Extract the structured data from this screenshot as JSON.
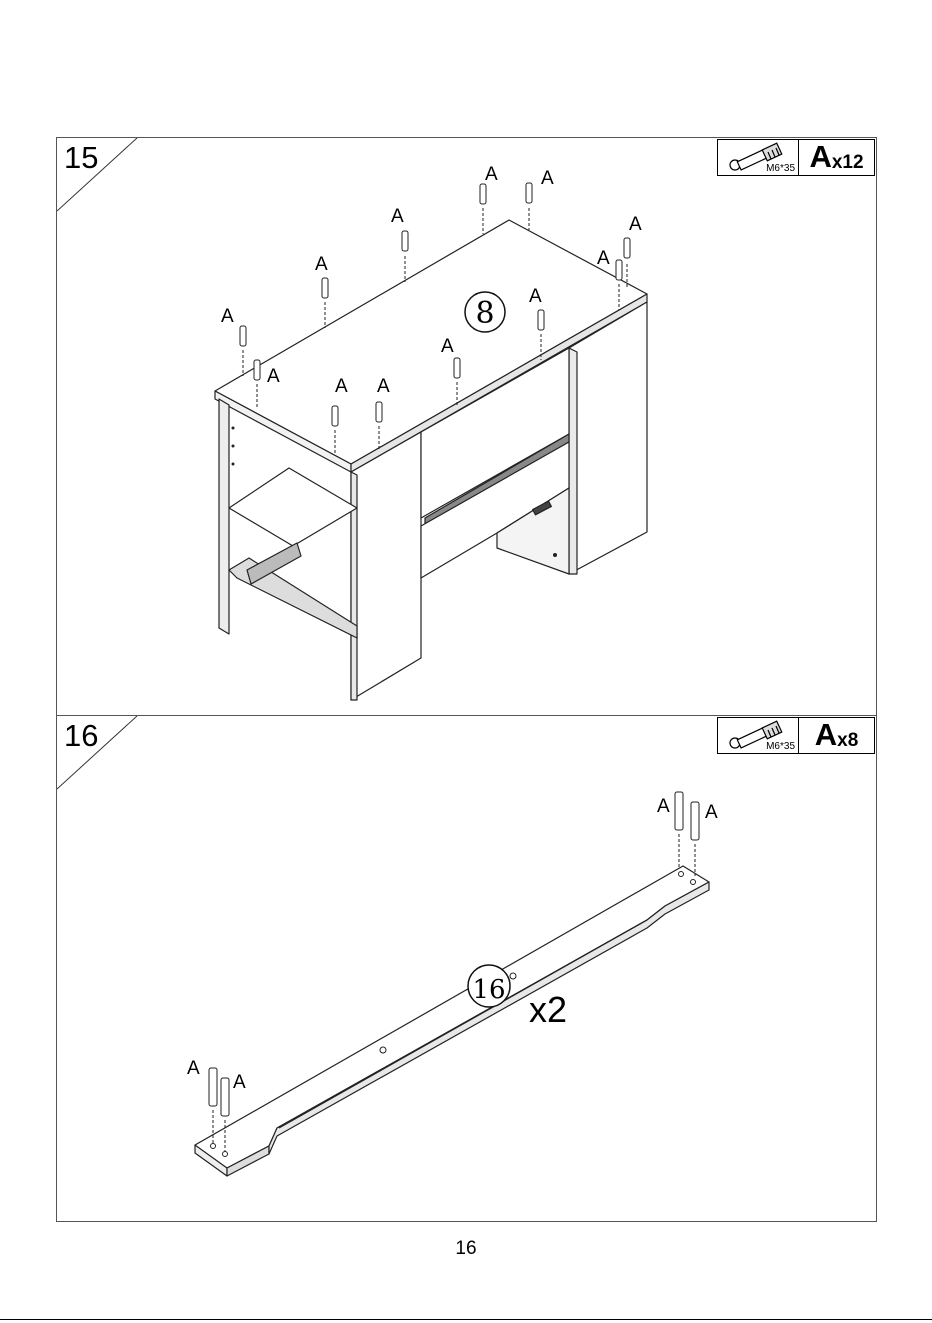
{
  "steps": [
    {
      "number": "15",
      "hardware": {
        "label": "A",
        "multiplier": "x",
        "count": "12",
        "spec": "M6*35"
      },
      "part_number": "8",
      "callouts": [
        "A",
        "A",
        "A",
        "A",
        "A",
        "A",
        "A",
        "A",
        "A",
        "A",
        "A",
        "A"
      ]
    },
    {
      "number": "16",
      "hardware": {
        "label": "A",
        "multiplier": "x",
        "count": "8",
        "spec": "M6*35"
      },
      "part_number": "16",
      "quantity": "x2",
      "callouts": [
        "A",
        "A",
        "A",
        "A"
      ]
    }
  ],
  "page_number": "16"
}
